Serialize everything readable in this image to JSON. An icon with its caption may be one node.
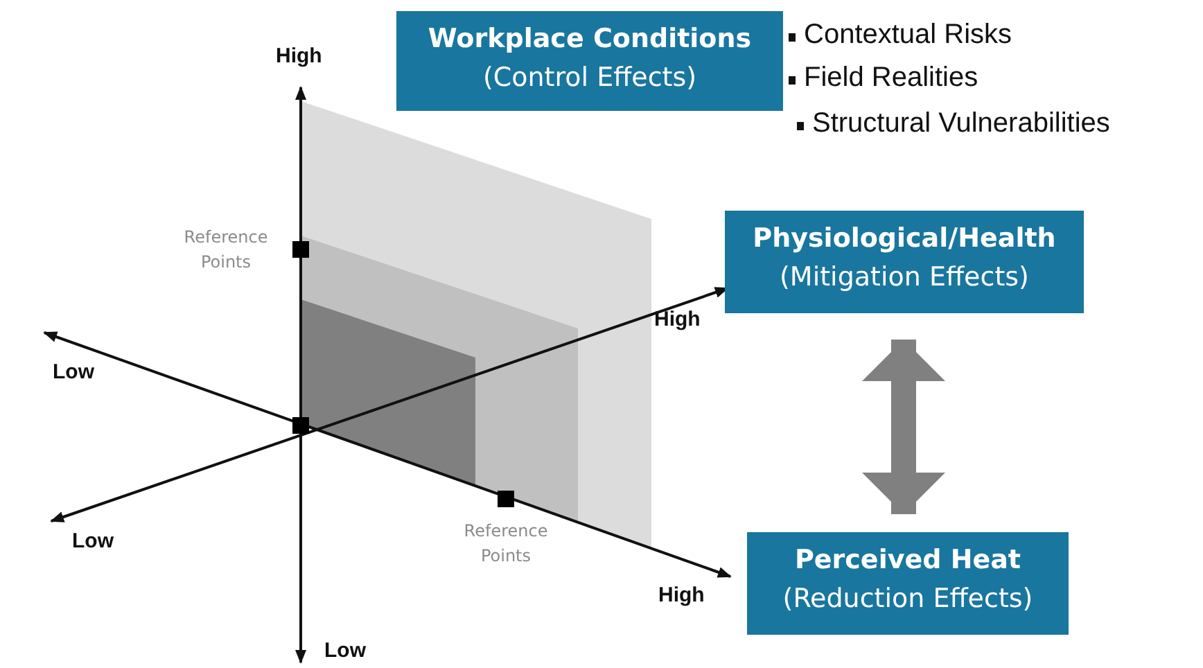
{
  "diagram": {
    "nodes": [
      {
        "text": [
          "Workplace Conditions",
          "(Control Effects)"
        ]
      },
      {
        "text": [
          "Physiological/Health",
          "(Mitigation Effects)"
        ]
      },
      {
        "text": [
          "Perceived Heat",
          "(Reduction Effects)"
        ]
      }
    ],
    "edges": [
      {
        "from": 1,
        "to": 2,
        "arrow": "both",
        "color": "#808080"
      }
    ],
    "labels": [
      "Contextual Risks",
      "Field Realities",
      "Structural Vulnerabilities",
      "High",
      "Reference Points",
      "Low",
      "High",
      "Low",
      "Reference Points",
      "High",
      "Low"
    ]
  }
}
